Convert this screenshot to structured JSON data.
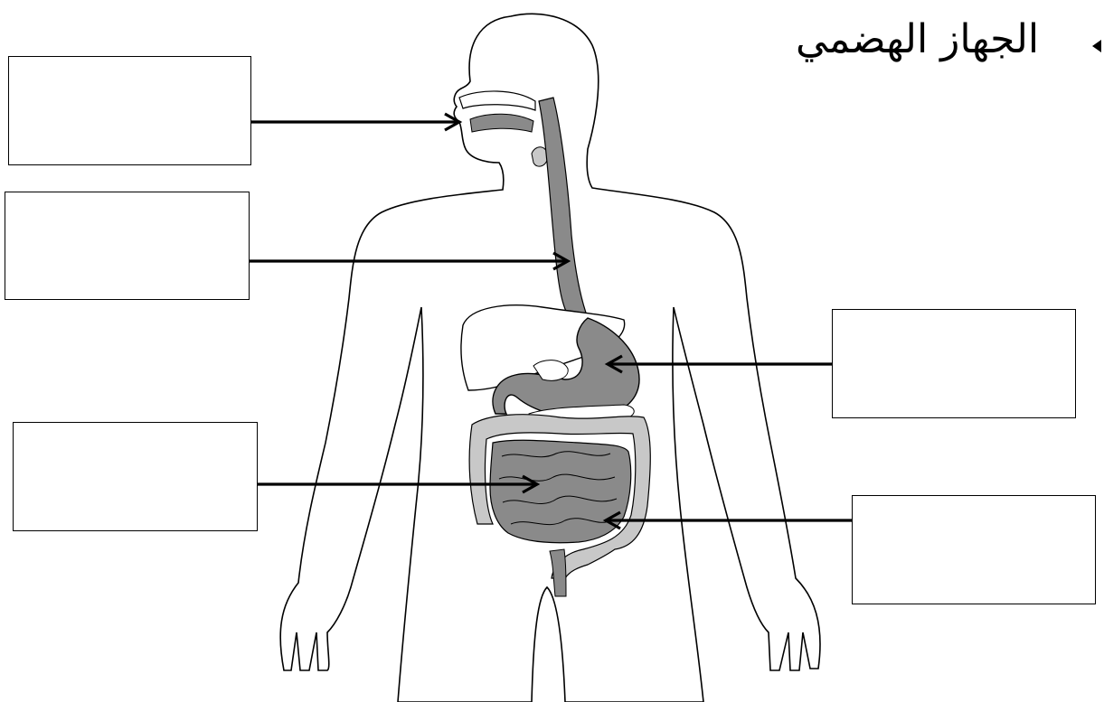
{
  "title": "الجهاز الهضمي",
  "colors": {
    "outline": "#000000",
    "organ_dark": "#8a8a8a",
    "organ_light": "#c8c8c8",
    "background": "#ffffff"
  },
  "label_boxes": [
    {
      "id": "mouth",
      "text": ""
    },
    {
      "id": "esophagus",
      "text": ""
    },
    {
      "id": "stomach",
      "text": ""
    },
    {
      "id": "small-intestine",
      "text": ""
    },
    {
      "id": "large-intestine",
      "text": ""
    }
  ]
}
